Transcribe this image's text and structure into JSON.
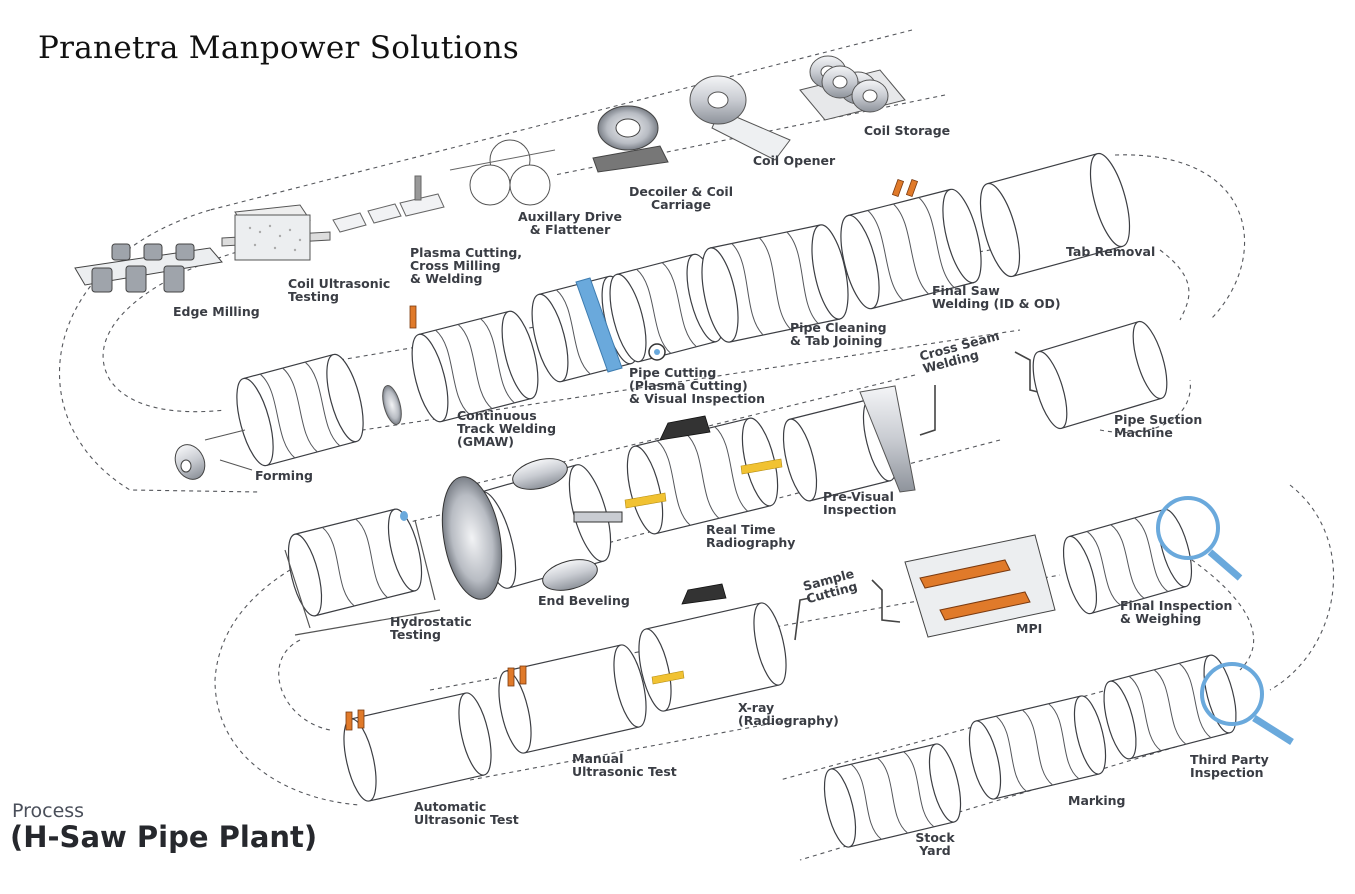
{
  "header": {
    "company": "Pranetra Manpower Solutions"
  },
  "footer": {
    "process_word": "Process",
    "title": "(H-Saw Pipe Plant)"
  },
  "stages": [
    {
      "id": "coil-storage",
      "lines": [
        "Coil Storage"
      ]
    },
    {
      "id": "coil-opener",
      "lines": [
        "Coil Opener"
      ]
    },
    {
      "id": "decoiler",
      "lines": [
        "Decoiler & Coil",
        "Carriage"
      ]
    },
    {
      "id": "auxiliary-drive",
      "lines": [
        "Auxillary Drive",
        "& Flattener"
      ]
    },
    {
      "id": "plasma-cutting",
      "lines": [
        "Plasma Cutting,",
        "Cross Milling",
        "& Welding"
      ]
    },
    {
      "id": "coil-ultrasonic",
      "lines": [
        "Coil Ultrasonic",
        "Testing"
      ]
    },
    {
      "id": "edge-milling",
      "lines": [
        "Edge Milling"
      ]
    },
    {
      "id": "forming",
      "lines": [
        "Forming"
      ]
    },
    {
      "id": "continuous-track-welding",
      "lines": [
        "Continuous",
        "Track Welding",
        "(GMAW)"
      ]
    },
    {
      "id": "pipe-cutting",
      "lines": [
        "Pipe Cutting",
        "(Plasma Cutting)",
        "& Visual Inspection"
      ]
    },
    {
      "id": "pipe-cleaning",
      "lines": [
        "Pipe Cleaning",
        "& Tab Joining"
      ]
    },
    {
      "id": "final-saw-welding",
      "lines": [
        "Final Saw",
        "Welding (ID & OD)"
      ]
    },
    {
      "id": "tab-removal",
      "lines": [
        "Tab Removal"
      ]
    },
    {
      "id": "pipe-suction",
      "lines": [
        "Pipe Suction",
        "Machine"
      ]
    },
    {
      "id": "cross-seam-welding",
      "lines": [
        "Cross Seam",
        "Welding"
      ]
    },
    {
      "id": "pre-visual-inspection",
      "lines": [
        "Pre-Visual",
        "Inspection"
      ]
    },
    {
      "id": "real-time-radiography",
      "lines": [
        "Real Time",
        "Radiography"
      ]
    },
    {
      "id": "end-beveling",
      "lines": [
        "End Beveling"
      ]
    },
    {
      "id": "hydrostatic-testing",
      "lines": [
        "Hydrostatic",
        "Testing"
      ]
    },
    {
      "id": "sample-cutting",
      "lines": [
        "Sample",
        "Cutting"
      ]
    },
    {
      "id": "mpi",
      "lines": [
        "MPI"
      ]
    },
    {
      "id": "final-inspection",
      "lines": [
        "Final Inspection",
        "& Weighing"
      ]
    },
    {
      "id": "x-ray",
      "lines": [
        "X-ray",
        "(Radiography)"
      ]
    },
    {
      "id": "manual-ultrasonic",
      "lines": [
        "Manual",
        "Ultrasonic Test"
      ]
    },
    {
      "id": "automatic-ultrasonic",
      "lines": [
        "Automatic",
        "Ultrasonic Test"
      ]
    },
    {
      "id": "third-party-inspection",
      "lines": [
        "Third Party",
        "Inspection"
      ]
    },
    {
      "id": "marking",
      "lines": [
        "Marking"
      ]
    },
    {
      "id": "stock-yard",
      "lines": [
        "Stock",
        "Yard"
      ]
    }
  ],
  "colors": {
    "line": "#55575c",
    "accent_blue": "#6aa9dc",
    "accent_yellow": "#f1c232",
    "accent_orange": "#e07a2a"
  }
}
